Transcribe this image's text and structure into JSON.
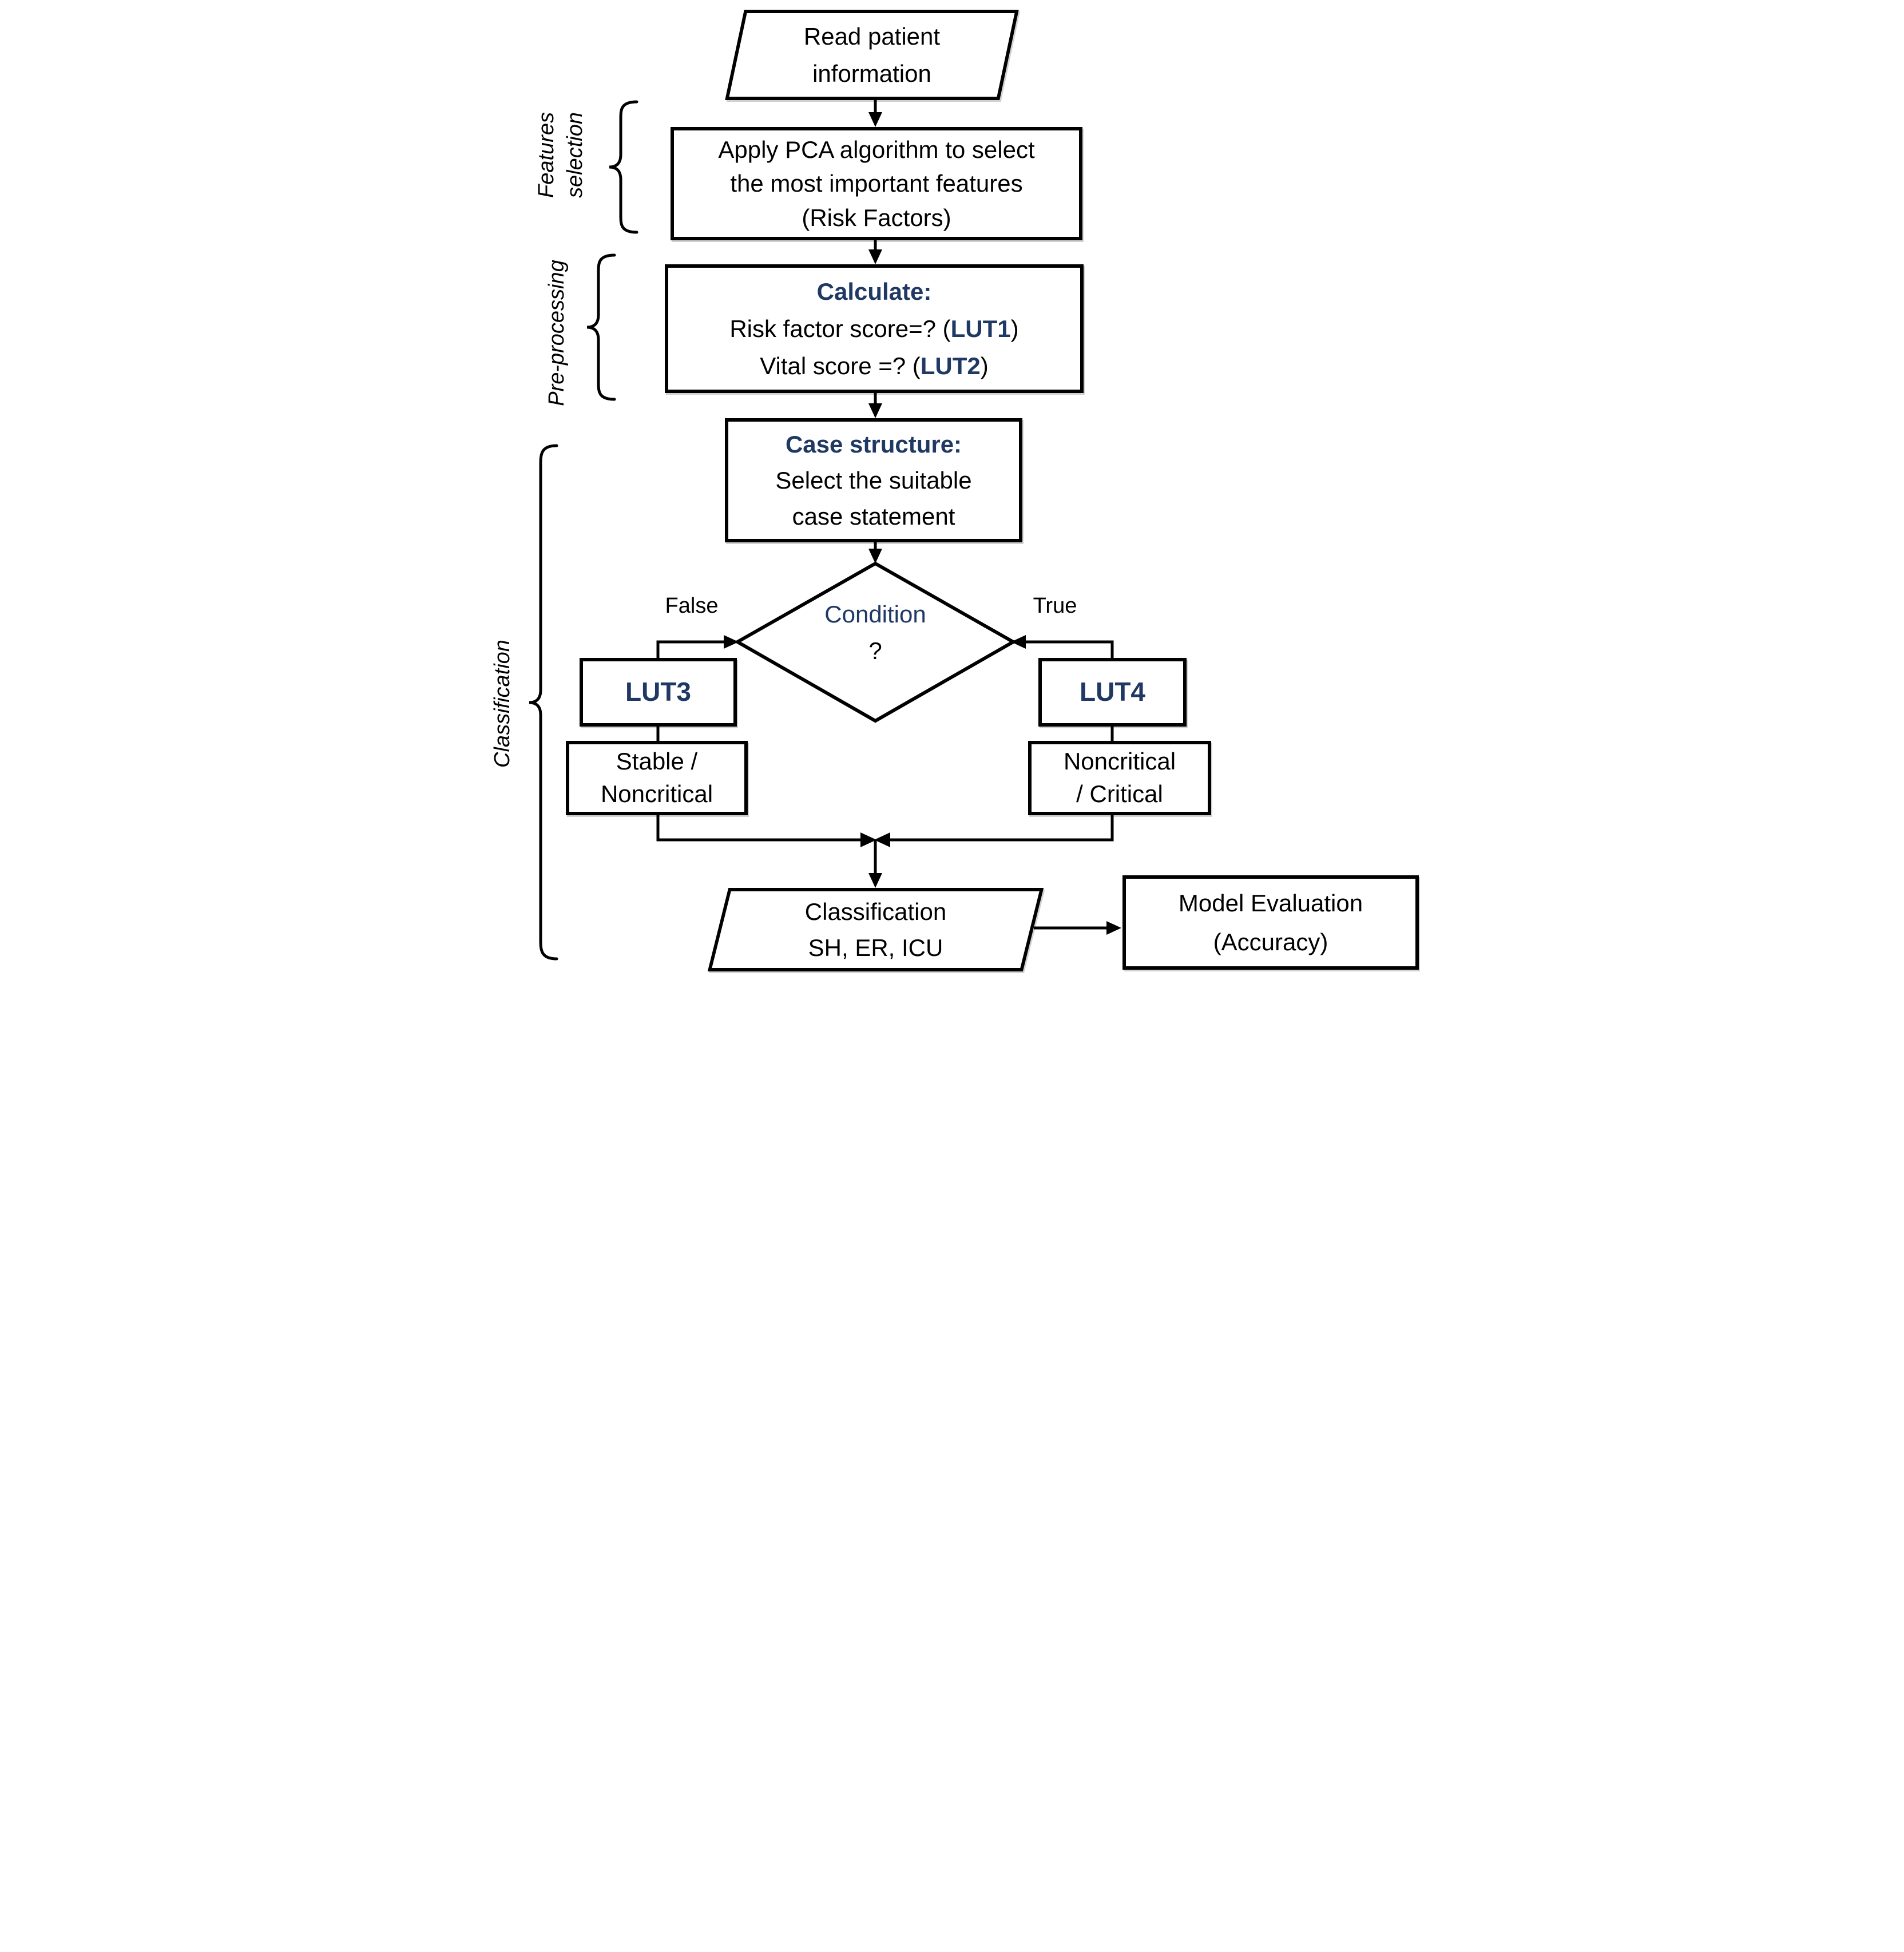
{
  "colors": {
    "accent_navy": "#1f3864",
    "stroke": "#000000",
    "background": "#ffffff"
  },
  "sections": {
    "features": {
      "line1": "Features",
      "line2": "selection"
    },
    "preprocessing": {
      "label": "Pre-processing"
    },
    "classification": {
      "label": "Classification"
    }
  },
  "nodes": {
    "read_patient": {
      "line1": "Read patient",
      "line2": "information"
    },
    "pca": {
      "line1": "Apply PCA algorithm to select",
      "line2": "the most important features",
      "line3": "(Risk Factors)"
    },
    "calculate": {
      "title": "Calculate:",
      "risk_pre": "Risk factor score=? (",
      "risk_lut": "LUT1",
      "risk_post": ")",
      "vital_pre": "Vital score =? (",
      "vital_lut": "LUT2",
      "vital_post": ")"
    },
    "case_structure": {
      "title": "Case structure:",
      "line2": "Select the suitable",
      "line3": "case statement"
    },
    "condition": {
      "title": "Condition",
      "mark": "?"
    },
    "lut3": {
      "label": "LUT3"
    },
    "lut4": {
      "label": "LUT4"
    },
    "stable": {
      "line1": "Stable /",
      "line2": "Noncritical"
    },
    "noncritical": {
      "line1": "Noncritical",
      "line2": "/ Critical"
    },
    "classification_output": {
      "line1": "Classification",
      "line2": "SH, ER, ICU"
    },
    "model_evaluation": {
      "line1": "Model Evaluation",
      "line2": "(Accuracy)"
    }
  },
  "edges": {
    "false_label": "False",
    "true_label": "True"
  }
}
